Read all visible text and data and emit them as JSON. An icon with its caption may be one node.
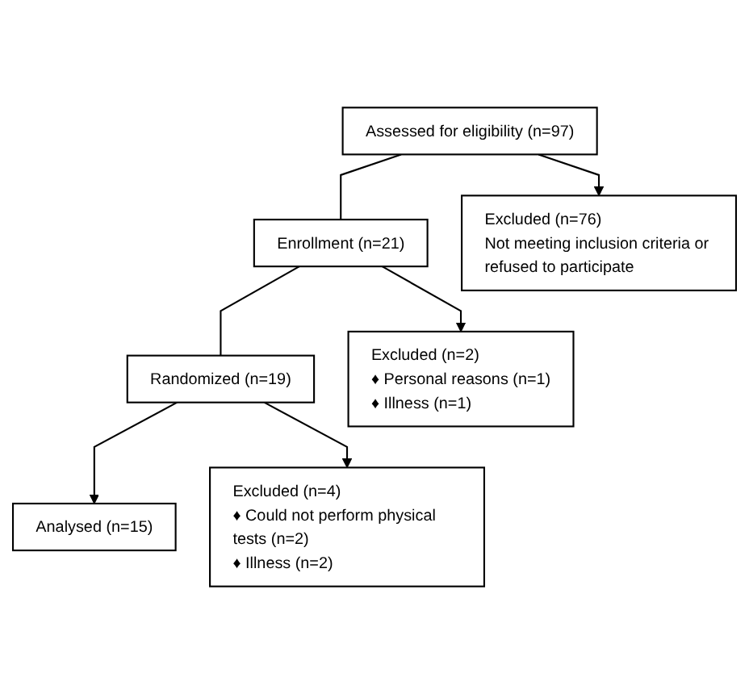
{
  "diagram": {
    "nodes": [
      {
        "text": [
          "Assessed for eligibility (n=97)"
        ]
      },
      {
        "text": [
          "Excluded (n=76)",
          "Not meeting inclusion criteria or refused to participate"
        ]
      },
      {
        "text": [
          "Enrollment (n=21)"
        ]
      },
      {
        "text": [
          "Excluded (n=2)",
          "♦ Personal reasons (n=1)",
          "♦ Illness (n=1)"
        ]
      },
      {
        "text": [
          "Randomized (n=19)"
        ]
      },
      {
        "text": [
          "Excluded (n=4)",
          "♦ Could not perform physical tests (n=2)",
          "♦ Illness (n=2)"
        ]
      },
      {
        "text": [
          "Analysed (n=15)"
        ]
      }
    ],
    "edges": [
      {
        "from": 0,
        "to": 2,
        "arrow": "none"
      },
      {
        "from": 0,
        "to": 1,
        "arrow": "to"
      },
      {
        "from": 2,
        "to": 4,
        "arrow": "none"
      },
      {
        "from": 2,
        "to": 3,
        "arrow": "to"
      },
      {
        "from": 4,
        "to": 6,
        "arrow": "to"
      },
      {
        "from": 4,
        "to": 5,
        "arrow": "to"
      }
    ]
  }
}
